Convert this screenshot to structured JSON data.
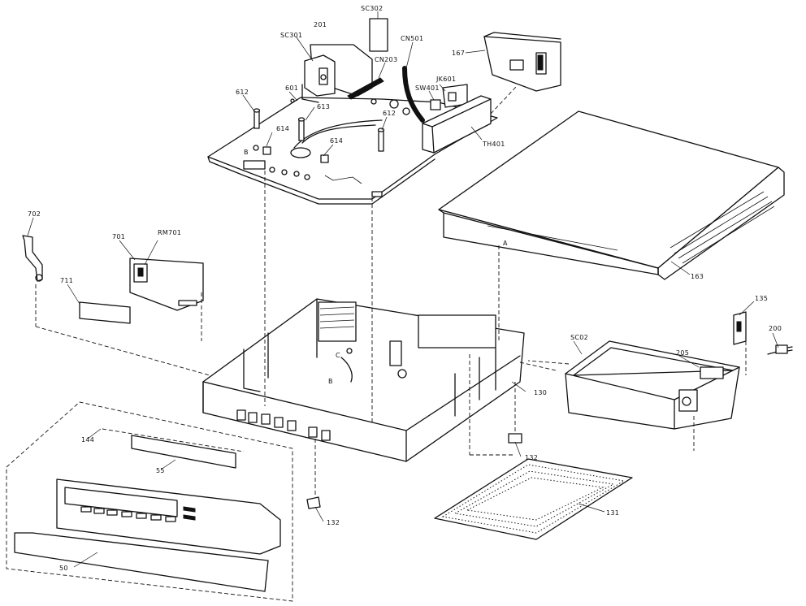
{
  "labels": {
    "sc302": "SC302",
    "n201": "201",
    "sc301": "SC301",
    "cn501": "CN501",
    "cn203": "CN203",
    "n167": "167",
    "n601": "601",
    "n612a": "612",
    "jk601": "JK601",
    "sw401": "SW401",
    "n613": "613",
    "n612b": "612",
    "n614a": "614",
    "n614b": "614",
    "b1": "B",
    "th401": "TH401",
    "n702": "702",
    "n701": "701",
    "rm701": "RM701",
    "n711": "711",
    "n163": "163",
    "a": "A",
    "n135": "135",
    "n200": "200",
    "c": "C",
    "b2": "B",
    "sc02": "SC02",
    "n205": "205",
    "n130": "130",
    "n144": "144",
    "n55": "55",
    "n132a": "132",
    "n132b": "132",
    "n131": "131",
    "n50": "50"
  }
}
